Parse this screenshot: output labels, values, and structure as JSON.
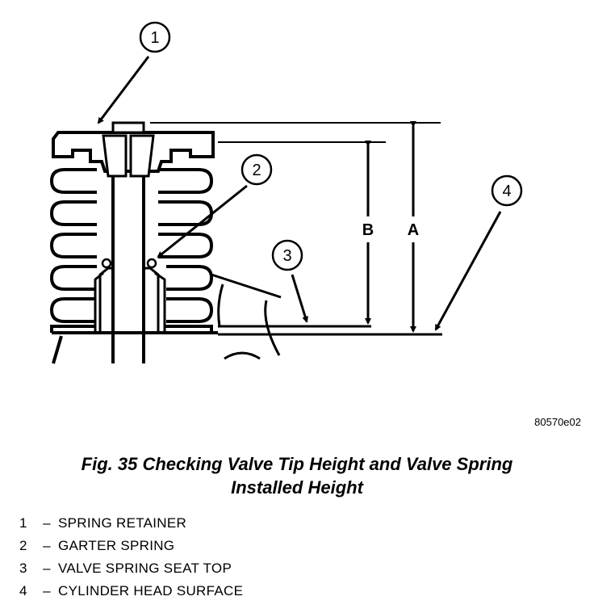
{
  "diagram": {
    "callouts": [
      {
        "number": "1"
      },
      {
        "number": "2"
      },
      {
        "number": "3"
      },
      {
        "number": "4"
      }
    ],
    "dimensions": {
      "a": "A",
      "b": "B"
    },
    "figure_code": "80570e02"
  },
  "caption": {
    "line1": "Fig. 35 Checking Valve Tip Height and Valve Spring",
    "line2": "Installed Height"
  },
  "legend": [
    {
      "number": "1",
      "dash": "–",
      "label": "SPRING RETAINER"
    },
    {
      "number": "2",
      "dash": "–",
      "label": "GARTER SPRING"
    },
    {
      "number": "3",
      "dash": "–",
      "label": "VALVE SPRING SEAT TOP"
    },
    {
      "number": "4",
      "dash": "–",
      "label": "CYLINDER HEAD SURFACE"
    }
  ]
}
